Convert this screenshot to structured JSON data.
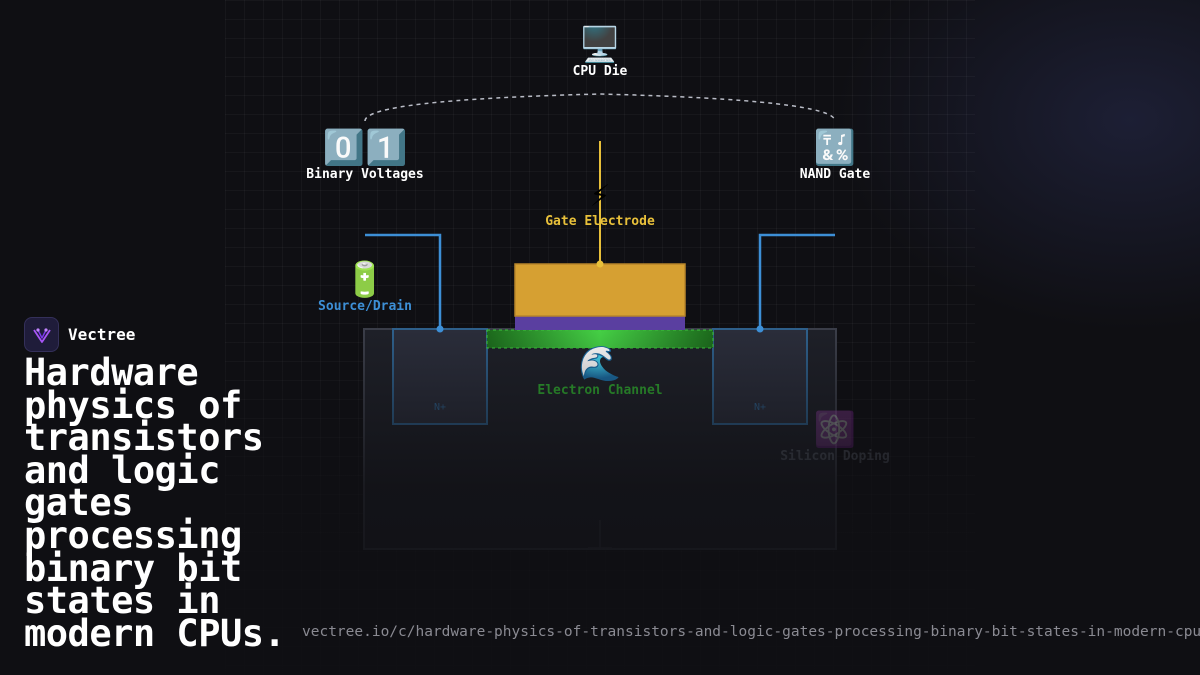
{
  "brand": {
    "name": "Vectree"
  },
  "headline": "Hardware physics of transistors and logic gates processing binary bit states in modern CPUs.",
  "url": "vectree.io/c/hardware-physics-of-transistors-and-logic-gates-processing-binary-bit-states-in-modern-cpus",
  "diagram": {
    "nodes": {
      "cpu_die": {
        "icon": "🖥️",
        "label": "CPU Die"
      },
      "binary_voltages": {
        "icon": "0️⃣1️⃣",
        "label": "Binary Voltages"
      },
      "nand_gate": {
        "icon": "🔣",
        "label": "NAND Gate"
      },
      "gate_electrode": {
        "icon": "⚡",
        "label": "Gate Electrode"
      },
      "source_drain": {
        "icon": "🔋",
        "label": "Source/Drain"
      },
      "electron_channel": {
        "icon": "🌊",
        "label": "Electron Channel"
      },
      "silicon_doping": {
        "icon": "⚛️",
        "label": "Silicon Doping"
      }
    },
    "region_labels": {
      "left_well": "N+",
      "right_well": "N+"
    },
    "colors": {
      "gate": "#d6a032",
      "gate_line": "#e8c03a",
      "oxide": "#5a3fa0",
      "channel": "#3cc43c",
      "wire": "#3d8fd6",
      "well": "#2a2d3a",
      "substrate": "#1e2028",
      "label_white": "#ffffff",
      "label_gate": "#e8c03a",
      "label_source": "#3d8fd6",
      "label_channel": "#2fa52f",
      "label_doping": "#5a6270"
    }
  }
}
